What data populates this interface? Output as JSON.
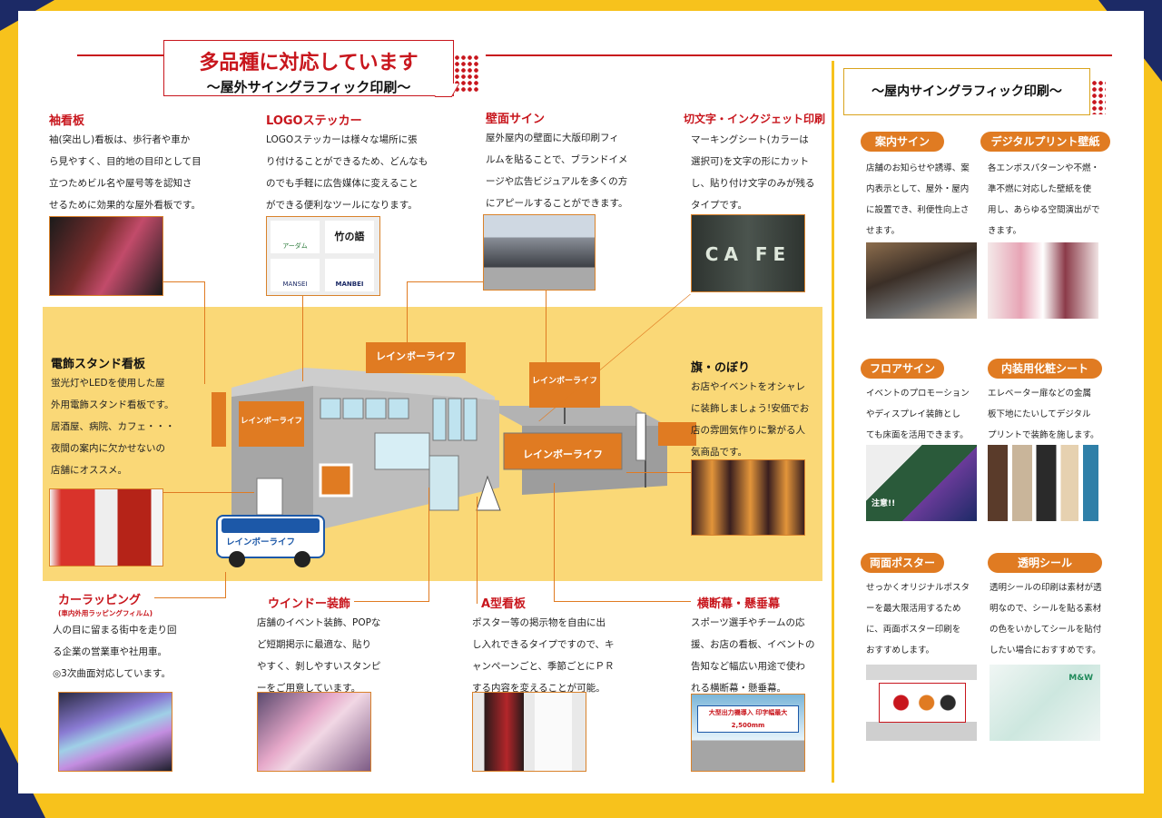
{
  "main_title": "多品種に対応しています",
  "main_subtitle": "〜屋外サイングラフィック印刷〜",
  "indoor_title": "〜屋内サイングラフィック印刷〜",
  "brand_sign": "レインボーライフ",
  "outdoor": {
    "sode": {
      "title": "袖看板",
      "lines": [
        "袖(突出し)看板は、歩行者や車か",
        "ら見やすく、目的地の目印として目",
        "立つためビル名や屋号等を認知さ",
        "せるために効果的な屋外看板です。"
      ]
    },
    "logo": {
      "title": "LOGOステッカー",
      "lines": [
        "LOGOステッカーは様々な場所に張",
        "り付けることができるため、どんなも",
        "のでも手軽に広告媒体に変えること",
        "ができる便利なツールになります。"
      ],
      "logo_texts": [
        "アーダム",
        "竹の語",
        "MANSEI",
        "MANBEI"
      ]
    },
    "wall": {
      "title": "壁面サイン",
      "lines": [
        "屋外屋内の壁面に大版印刷フィ",
        "ルムを貼ることで、ブランドイメ",
        "ージや広告ビジュアルを多くの方",
        "にアピールすることができます。"
      ]
    },
    "cut": {
      "title": "切文字・インクジェット印刷",
      "lines": [
        "マーキングシート(カラーは",
        "選択可)を文字の形にカット",
        "し、貼り付け文字のみが残る",
        "タイプです。"
      ],
      "photo_text": "CA FE"
    },
    "denshoku": {
      "title": "電飾スタンド看板",
      "lines": [
        "蛍光灯やLEDを使用した屋",
        "外用電飾スタンド看板です。",
        "居酒屋、病院、カフェ・・・",
        "夜間の案内に欠かせないの",
        "店舗にオススメ。"
      ]
    },
    "flag": {
      "title": "旗・のぼり",
      "lines": [
        "お店やイベントをオシャレ",
        "に装飾しましょう!安価でお",
        "店の雰囲気作りに繋がる人",
        "気商品です。"
      ]
    },
    "car": {
      "title": "カーラッピング",
      "subtitle": "(車内外用ラッピングフィルム)",
      "lines": [
        "人の目に留まる街中を走り回",
        "る企業の営業車や社用車。",
        "◎3次曲面対応しています。"
      ]
    },
    "window": {
      "title": "ウインドー装飾",
      "lines": [
        "店舗のイベント装飾、POPな",
        "ど短期掲示に最適な、貼り",
        "やすく、剝しやすいスタンピ",
        "ーをご用意しています。"
      ]
    },
    "aframe": {
      "title": "A型看板",
      "lines": [
        "ポスター等の掲示物を自由に出",
        "し入れできるタイプですので、キ",
        "ャンペーンごと、季節ごとにＰＲ",
        "する内容を変えることが可能。"
      ]
    },
    "banner": {
      "title": "横断幕・懸垂幕",
      "lines": [
        "スポーツ選手やチームの応",
        "援、お店の看板、イベントの",
        "告知など幅広い用途で使わ",
        "れる横断幕・懸垂幕。"
      ],
      "photo_text": "大型出力機導入 印字幅最大2,500mm"
    }
  },
  "indoor": {
    "annai": {
      "title": "案内サイン",
      "lines": [
        "店舗のお知らせや誘導、案",
        "内表示として、屋外・屋内",
        "に設置でき、利便性向上さ",
        "せます。"
      ]
    },
    "digital": {
      "title": "デジタルプリント壁紙",
      "lines": [
        "各エンボスパターンや不燃・",
        "準不燃に対応した壁紙を使",
        "用し、あらゆる空間演出がで",
        "きます。"
      ]
    },
    "floor": {
      "title": "フロアサイン",
      "lines": [
        "イベントのプロモーション",
        "やディスプレイ装飾とし",
        "ても床面を活用できます。"
      ],
      "photo_text": "注意!!"
    },
    "naiso": {
      "title": "内装用化粧シート",
      "lines": [
        "エレベーター扉などの金属",
        "板下地にたいしてデジタル",
        "プリントで装飾を施します。"
      ]
    },
    "ryomen": {
      "title": "両面ポスター",
      "lines": [
        "せっかくオリジナルポスタ",
        "ーを最大限活用するため",
        "に、両面ポスター印刷を",
        "おすすめします。"
      ]
    },
    "tomei": {
      "title": "透明シール",
      "lines": [
        "透明シールの印刷は素材が透",
        "明なので、シールを貼る素材",
        "の色をいかしてシールを貼付",
        "したい場合におすすめです。"
      ],
      "photo_text": "M&W"
    }
  },
  "colors": {
    "accent_red": "#c8161d",
    "orange": "#e07b22",
    "yellow": "#f7c21c",
    "navy": "#1c2a66"
  }
}
